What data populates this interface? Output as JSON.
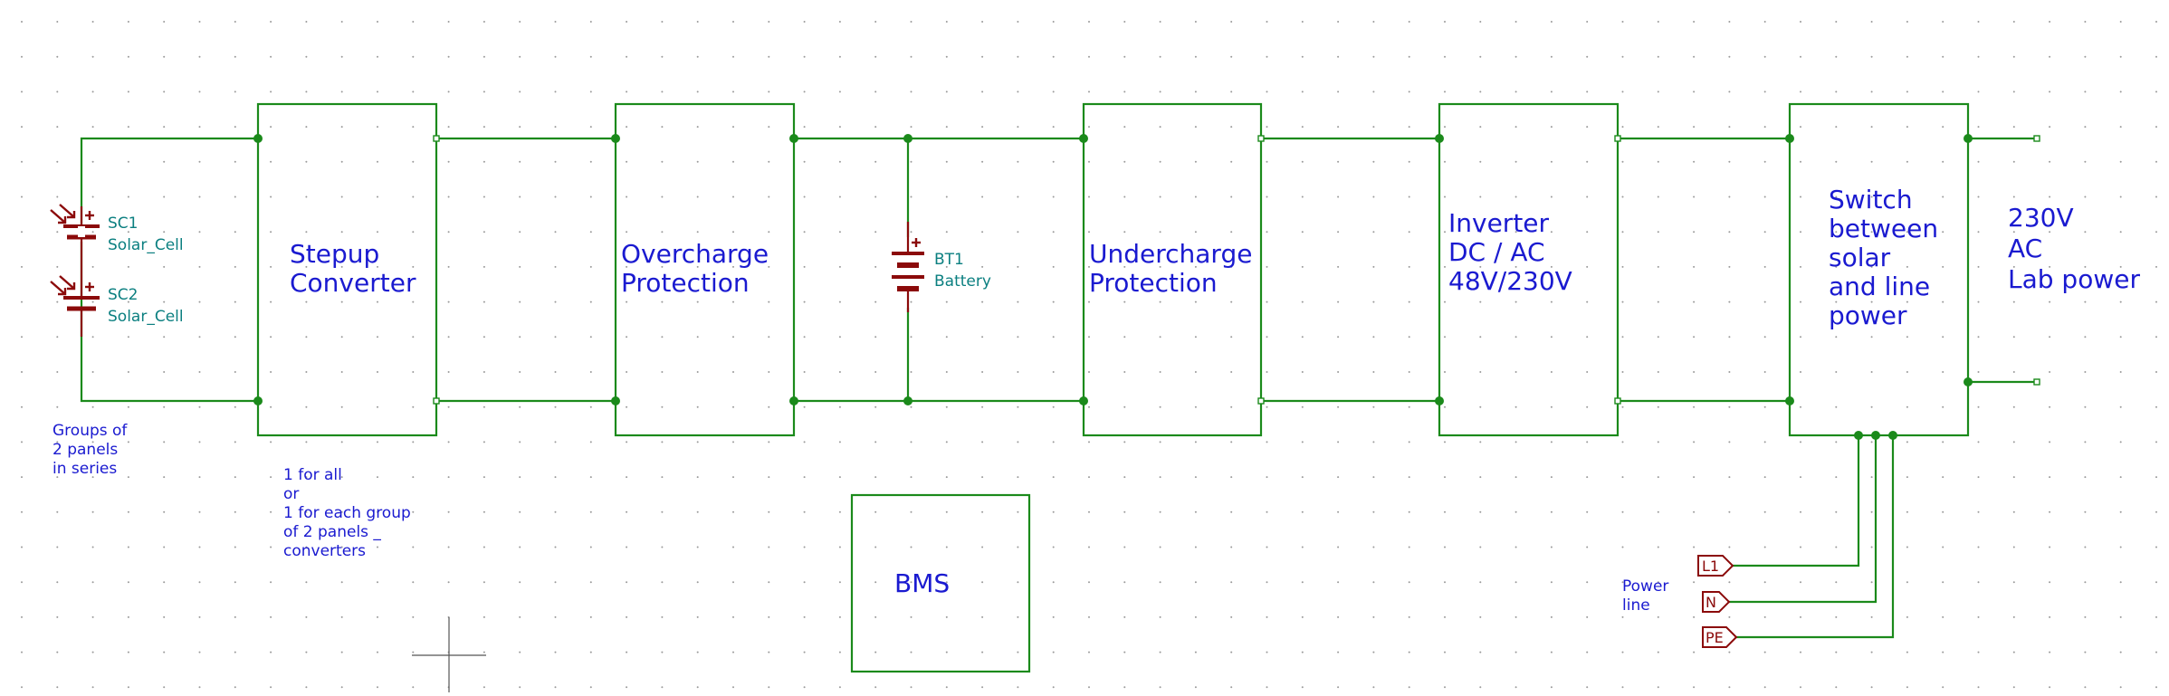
{
  "blocks": {
    "stepup": [
      "Stepup",
      "Converter"
    ],
    "overcharge": [
      "Overcharge",
      "Protection"
    ],
    "undercharge": [
      "Undercharge",
      "Protection"
    ],
    "inverter": [
      "Inverter",
      "DC / AC",
      "48V/230V"
    ],
    "switch": [
      "Switch",
      "between",
      "solar",
      "and line",
      "power"
    ],
    "bms": "BMS"
  },
  "components": {
    "sc1": {
      "ref": "SC1",
      "value": "Solar_Cell"
    },
    "sc2": {
      "ref": "SC2",
      "value": "Solar_Cell"
    },
    "bt1": {
      "ref": "BT1",
      "value": "Battery"
    }
  },
  "notes": {
    "groups": [
      "Groups of",
      "2 panels",
      "in series"
    ],
    "converters": [
      "1 for all",
      "or",
      "1 for each group",
      "of 2 panels _",
      "converters"
    ],
    "power_line": [
      "Power",
      "line"
    ],
    "output": [
      "230V",
      "AC",
      "Lab power"
    ]
  },
  "labels": {
    "l1": "L1",
    "n": "N",
    "pe": "PE"
  },
  "colors": {
    "wire": "#1b8a1b",
    "symbol": "#8b0a0a",
    "text": "#1a1ad0",
    "ref_text": "#0b7f80",
    "grid": "#9a9a9a"
  }
}
